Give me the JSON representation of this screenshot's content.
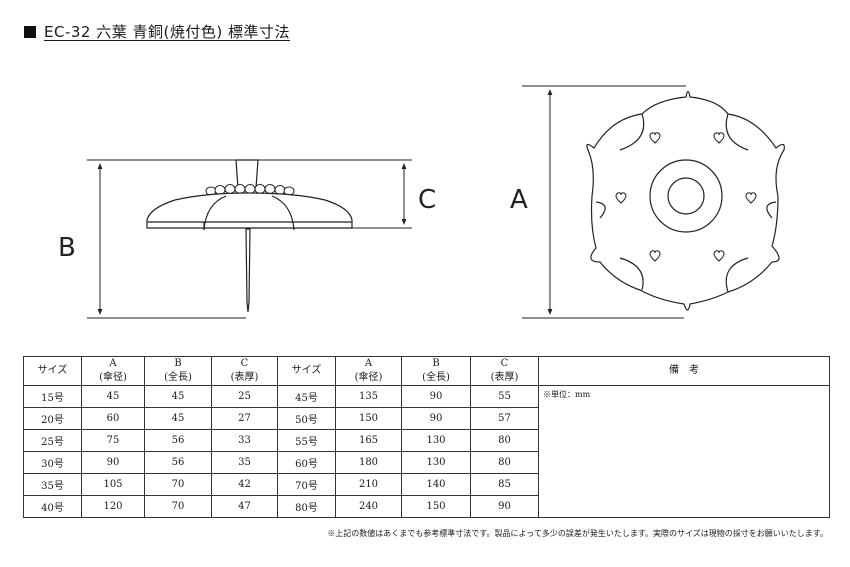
{
  "title": "EC-32 六葉 青銅(焼付色) 標準寸法",
  "labels": {
    "a": "A",
    "b": "B",
    "c": "C"
  },
  "table": {
    "headers": {
      "size": "サイズ",
      "a": "A",
      "a_sub": "(傘径)",
      "b": "B",
      "b_sub": "(全長)",
      "c": "C",
      "c_sub": "(表厚)",
      "remarks": "備　考"
    },
    "note": "※単位：mm",
    "rows": [
      [
        "15号",
        "45",
        "45",
        "25",
        "45号",
        "135",
        "90",
        "55"
      ],
      [
        "20号",
        "60",
        "45",
        "27",
        "50号",
        "150",
        "90",
        "57"
      ],
      [
        "25号",
        "75",
        "56",
        "33",
        "55号",
        "165",
        "130",
        "80"
      ],
      [
        "30号",
        "90",
        "56",
        "35",
        "60号",
        "180",
        "130",
        "80"
      ],
      [
        "35号",
        "105",
        "70",
        "42",
        "70号",
        "210",
        "140",
        "85"
      ],
      [
        "40号",
        "120",
        "70",
        "47",
        "80号",
        "240",
        "150",
        "90"
      ]
    ]
  },
  "footnote": "※上記の数値はあくまでも参考標準寸法です。製品によって多少の誤差が発生いたします。実際のサイズは現物の採寸をお願いいたします。"
}
